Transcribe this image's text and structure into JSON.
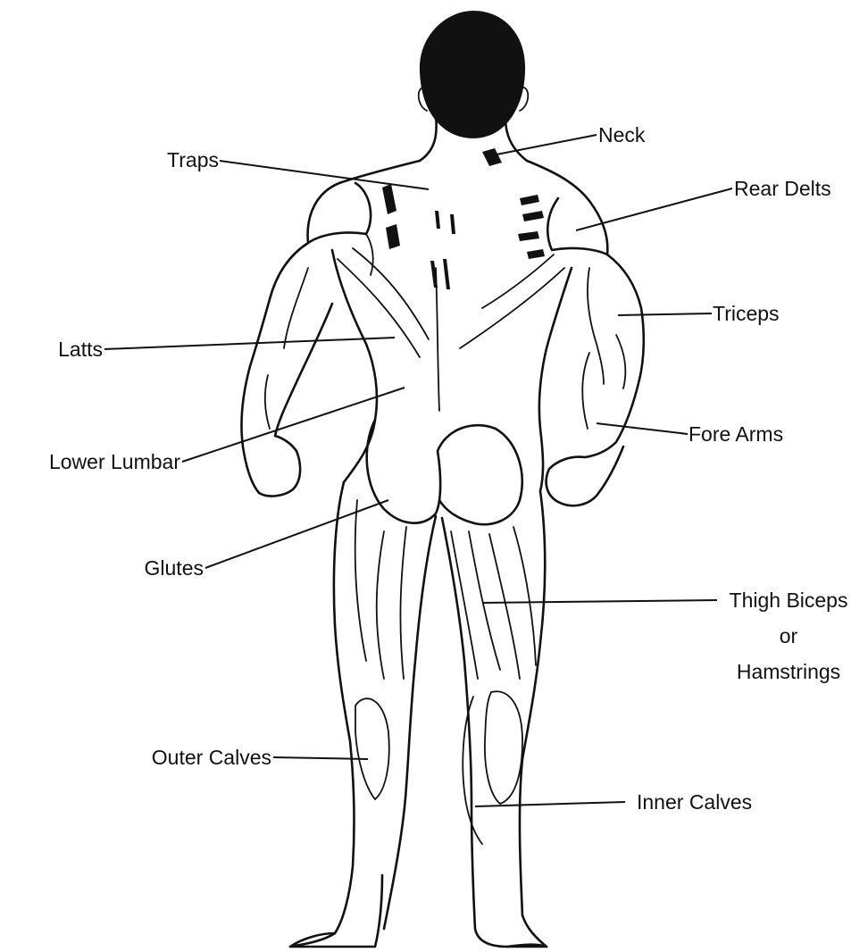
{
  "labels": {
    "neck": "Neck",
    "traps": "Traps",
    "rear_delts": "Rear Delts",
    "triceps": "Triceps",
    "latts": "Latts",
    "lower_lumbar": "Lower Lumbar",
    "fore_arms": "Fore Arms",
    "glutes": "Glutes",
    "thigh_biceps_line1": "Thigh Biceps",
    "thigh_biceps_line2": "or",
    "thigh_biceps_line3": "Hamstrings",
    "outer_calves": "Outer Calves",
    "inner_calves": "Inner Calves"
  }
}
